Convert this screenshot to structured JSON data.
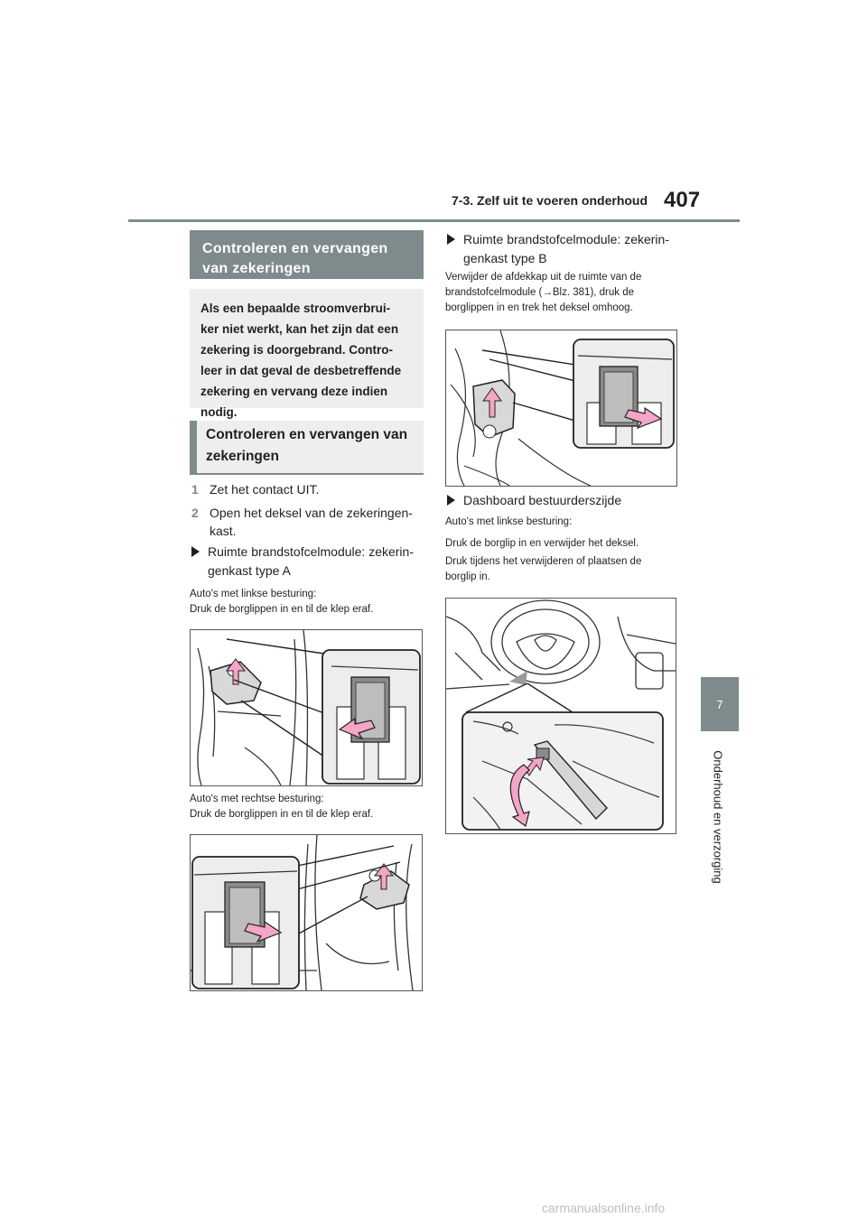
{
  "header": {
    "section": "7-3. Zelf uit te voeren onderhoud",
    "page_number": "407"
  },
  "side_tab": {
    "chapter": "7",
    "title": "Onderhoud en verzorging"
  },
  "left": {
    "main_title": "Controleren en vervangen van zekeringen",
    "intro": "Als een bepaalde stroomverbrui-ker niet werkt, kan het zijn dat een zekering is doorgebrand. Contro-leer in dat geval de desbetreffende zekering en vervang deze indien nodig.",
    "intro_lines": [
      "Als een bepaalde stroomverbrui-",
      "ker niet werkt, kan het zijn dat een",
      "zekering is doorgebrand. Contro-",
      "leer in dat geval de desbetreffende",
      "zekering en vervang deze indien",
      "nodig."
    ],
    "sub_title_lines": [
      "Controleren en vervangen van",
      "zekeringen"
    ],
    "steps": [
      {
        "num": "1",
        "text": "Zet het contact UIT."
      },
      {
        "num": "2",
        "text_lines": [
          "Open het deksel van de zekeringen-",
          "kast."
        ]
      }
    ],
    "bullet_a_lines": [
      "Ruimte brandstofcelmodule: zekerin-",
      "genkast type A"
    ],
    "lhd_caption": "Auto's met linkse besturing:",
    "lhd_instruction": "Druk de borglippen in en til de klep eraf.",
    "rhd_caption": "Auto's met rechtse besturing:",
    "rhd_instruction": "Druk de borglippen in en til de klep eraf."
  },
  "right": {
    "bullet_b_lines": [
      "Ruimte brandstofcelmodule: zekerin-",
      "genkast type B"
    ],
    "b_instruction_lines": [
      "Verwijder de afdekkap uit de ruimte van de",
      "brandstofcelmodule (→Blz. 381), druk de",
      "borglippen in en trek het deksel omhoog."
    ],
    "bullet_c": "Dashboard bestuurderszijde",
    "c_caption": "Auto's met linkse besturing:",
    "c_instruction1": "Druk de borglip in en verwijder het deksel.",
    "c_instruction2_lines": [
      "Druk tijdens het verwijderen of plaatsen de",
      "borglip in."
    ]
  },
  "watermark": "carmanualsonline.info",
  "colors": {
    "accent_gray": "#7f8a8c",
    "box_gray": "#eeeeee",
    "arrow_pink": "#f4a6c8"
  }
}
